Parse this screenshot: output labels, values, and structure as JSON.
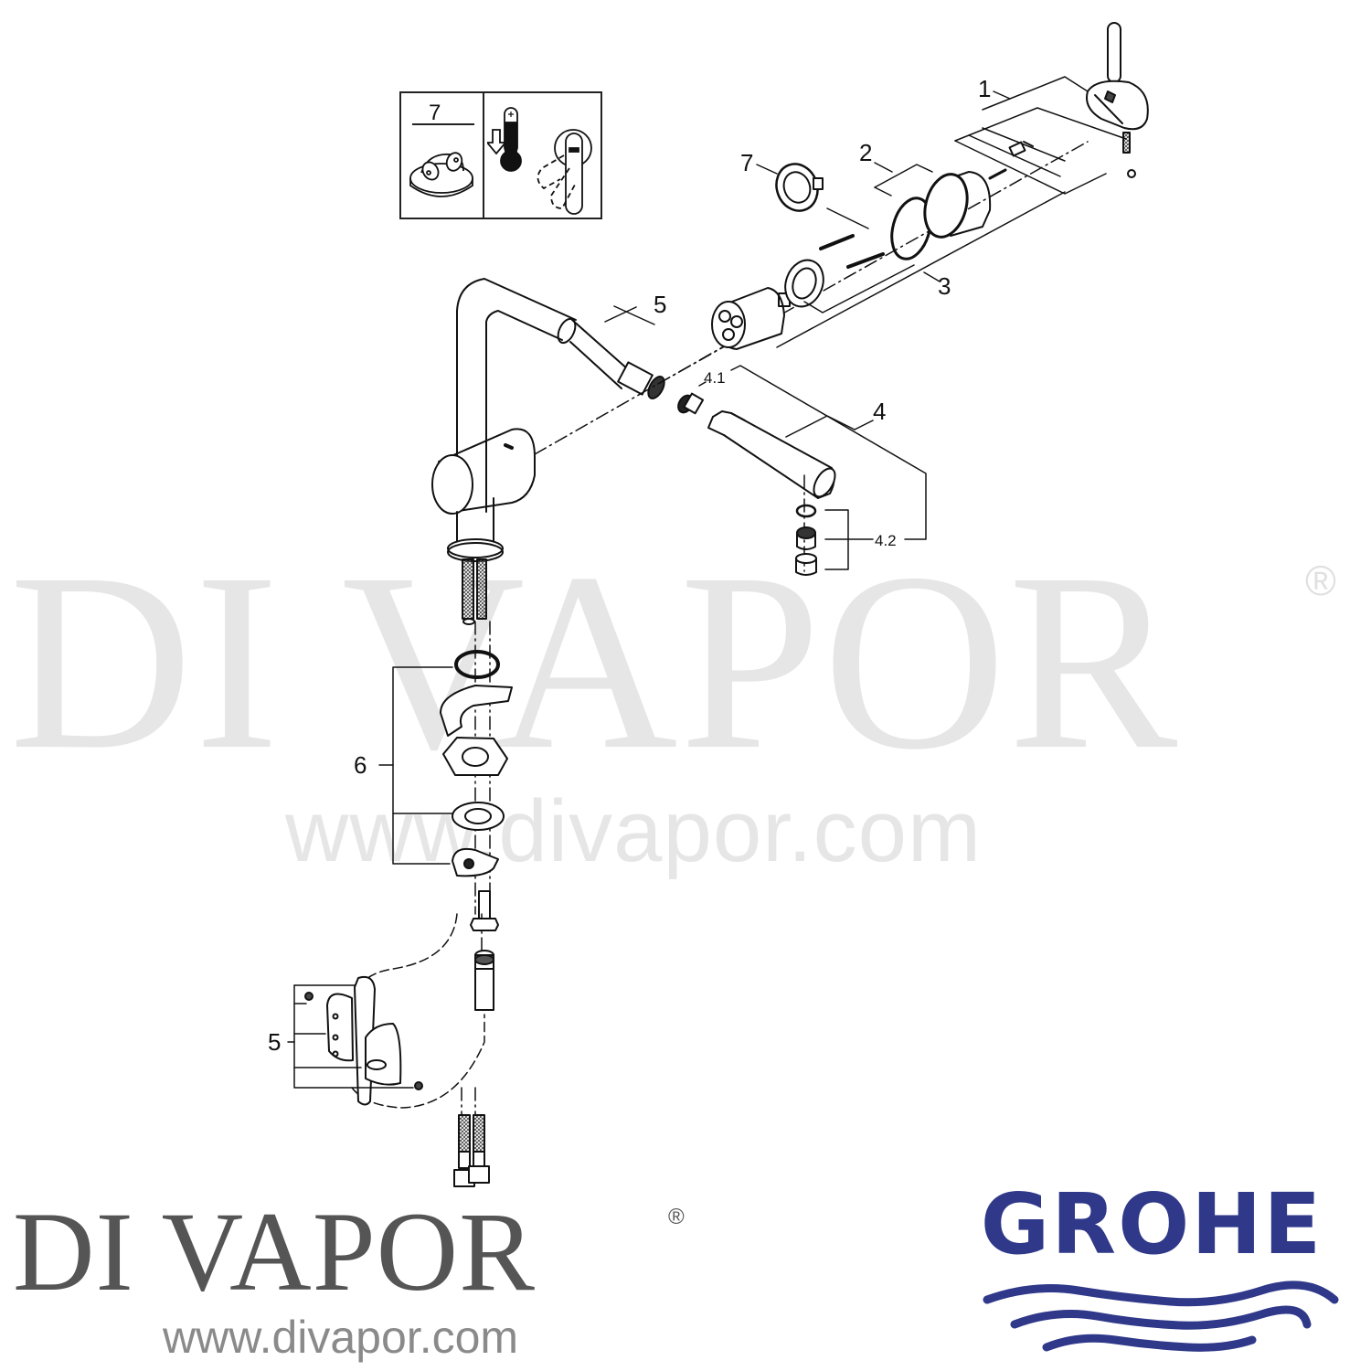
{
  "document": {
    "type": "exploded parts diagram",
    "subject": "Single-lever kitchen mixer with pull-out spray"
  },
  "inset": {
    "part_label": "7",
    "icons": [
      "temperature-limiter-icon",
      "thermometer-icon",
      "down-arrow-icon",
      "lever-handle-icon"
    ]
  },
  "callouts": [
    {
      "id": "1",
      "label": "1",
      "part": "Lever handle with screw and plug"
    },
    {
      "id": "2",
      "label": "2",
      "part": "Escutcheon sleeve and O-ring"
    },
    {
      "id": "3",
      "label": "3",
      "part": "Cartridge with nut and bolts"
    },
    {
      "id": "4",
      "label": "4",
      "part": "Pull-out spray head"
    },
    {
      "id": "4.1",
      "label": "4.1",
      "part": "Check valve"
    },
    {
      "id": "4.2",
      "label": "4.2",
      "part": "Aerator set"
    },
    {
      "id": "5a",
      "label": "5",
      "part": "Pull-out hose"
    },
    {
      "id": "5b",
      "label": "5",
      "part": "Hose weight / guide"
    },
    {
      "id": "6",
      "label": "6",
      "part": "Fixing set"
    },
    {
      "id": "7",
      "label": "7",
      "part": "Temperature limiter"
    }
  ],
  "watermark": {
    "brand": "DI VAPOR",
    "registered": "®",
    "url": "www.divapor.com"
  },
  "footer": {
    "distributor_name": "DI VAPOR",
    "distributor_registered": "®",
    "distributor_url": "www.divapor.com",
    "manufacturer_name": "GROHE"
  },
  "colors": {
    "line": "#111111",
    "watermark": "#e6e6e6",
    "divapor_text": "#555555",
    "divapor_url": "#8a8a8a",
    "grohe_blue": "#2f3889"
  }
}
